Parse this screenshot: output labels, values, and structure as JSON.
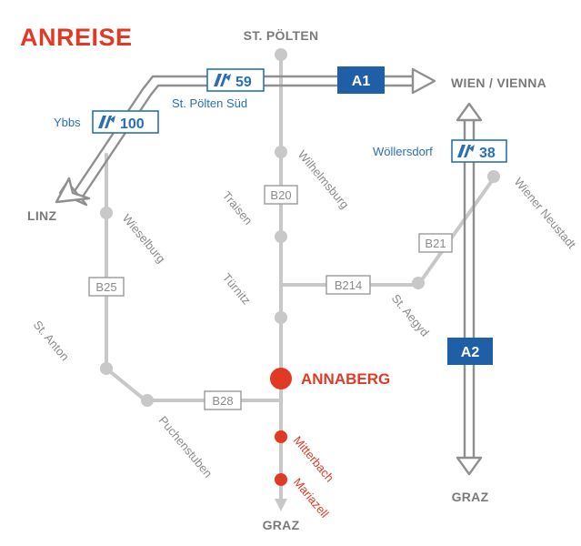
{
  "title": "ANREISE",
  "directions": {
    "north": "ST. PÖLTEN",
    "east": "WIEN / VIENNA",
    "west": "LINZ",
    "south_center": "GRAZ",
    "south_east": "GRAZ"
  },
  "highways": {
    "a1": "A1",
    "a2": "A2"
  },
  "exits": {
    "st_poelten_sued": {
      "number": "59",
      "name": "St. Pölten Süd"
    },
    "ybbs": {
      "number": "100",
      "name": "Ybbs"
    },
    "woellersdorf": {
      "number": "38",
      "name": "Wöllersdorf"
    }
  },
  "roads": {
    "b20": "B20",
    "b25": "B25",
    "b21": "B21",
    "b214": "B214",
    "b28": "B28"
  },
  "places": {
    "wilhelmsburg": "Wilhelmsburg",
    "traisen": "Traisen",
    "tuernitz": "Türnitz",
    "wieselburg": "Wieselburg",
    "st_anton": "St. Anton",
    "puchenstuben": "Puchenstuben",
    "wiener_neustadt": "Wiener Neustadt",
    "st_aegyd": "St. Aegyd",
    "annaberg": "ANNABERG",
    "mitterbach": "Mitterbach",
    "mariazell": "Mariazell"
  },
  "colors": {
    "accent_red": "#e03a25",
    "highway_blue": "#1f5fa8",
    "road_gray": "#c8c8c8",
    "text_gray": "#8a8a8a"
  }
}
